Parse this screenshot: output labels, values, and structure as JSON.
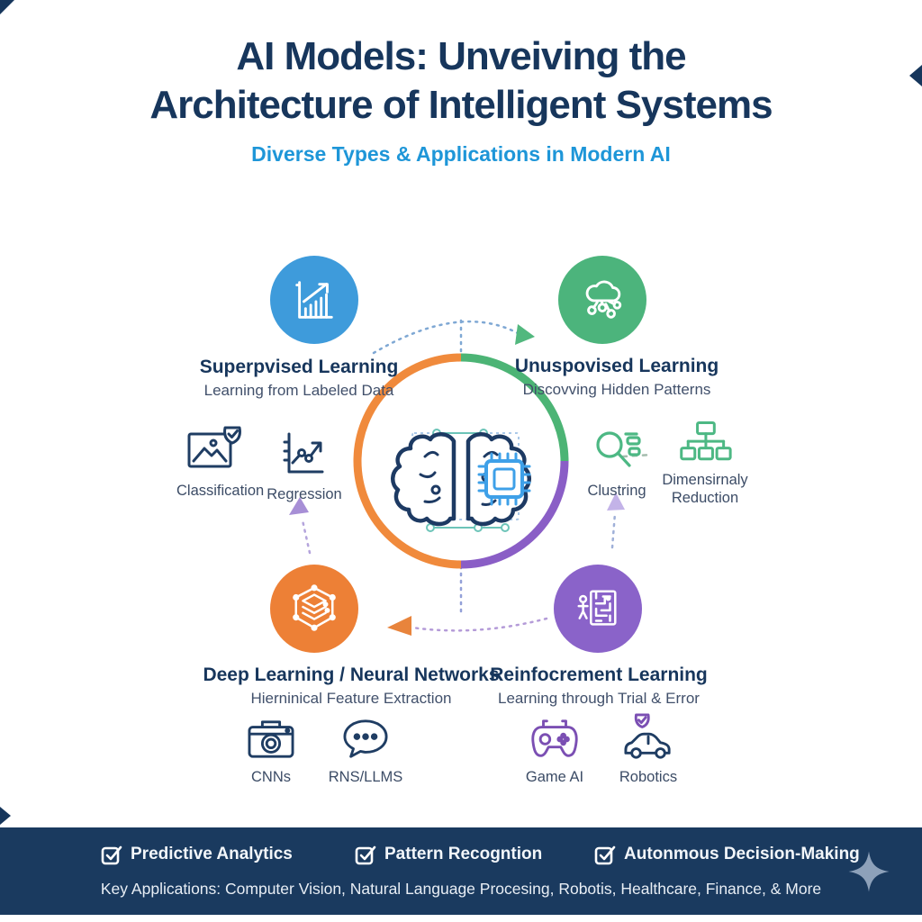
{
  "header": {
    "title_line1": "AI Models: Unveiving the",
    "title_line2": "Architecture of Intelligent Systems",
    "subtitle": "Diverse Types & Applications in Modern AI",
    "title_color": "#17365c",
    "subtitle_color": "#1e96d8"
  },
  "quadrants": [
    {
      "title": "Superpvised Learning",
      "subtitle": "Learning from Labeled Data",
      "color": "#3e9bdb",
      "icon": "bar-chart-growth-icon"
    },
    {
      "title": "Unuspovised Learning",
      "subtitle": "Discovving Hidden Patterns",
      "color": "#4cb47c",
      "icon": "cloud-cluster-icon"
    },
    {
      "title": "Deep Learning / Neural Networks",
      "subtitle": "Hierninical Feature Extraction",
      "color": "#ed8036",
      "icon": "layered-network-icon"
    },
    {
      "title": "Reinfocrement Learning",
      "subtitle": "Learning through Trial & Error",
      "color": "#8a63c9",
      "icon": "robot-maze-icon"
    }
  ],
  "sub_items": [
    {
      "label": "Classification",
      "icon": "image-check-icon",
      "color": "#1f3d63"
    },
    {
      "label": "Regression",
      "icon": "trend-chart-icon",
      "color": "#1f3d63"
    },
    {
      "label": "Clustring",
      "icon": "magnifier-list-icon",
      "color": "#4db884"
    },
    {
      "label": "Dimensirnaly Reduction",
      "icon": "hierarchy-tree-icon",
      "color": "#4db884"
    },
    {
      "label": "CNNs",
      "icon": "camera-icon",
      "color": "#1f3d63"
    },
    {
      "label": "RNS/LLMS",
      "icon": "speech-bubble-icon",
      "color": "#1f3d63"
    },
    {
      "label": "Game AI",
      "icon": "gamepad-icon",
      "color": "#7b4fb3"
    },
    {
      "label": "Robotics",
      "icon": "car-shield-icon",
      "color": "#1f3d63"
    }
  ],
  "center": {
    "icon": "brain-chip-icon",
    "ring_colors": {
      "left": "#f08a3c",
      "top_right": "#4cb475",
      "bottom_right": "#8a5ec6"
    },
    "chip_color": "#3ea0e8"
  },
  "footer": {
    "bg": "#1a3a5f",
    "checks": [
      "Predictive Analytics",
      "Pattern Recogntion",
      "Autonmous Decision-Making"
    ],
    "key_applications": "Key Applications: Computer Vision, Natural Language Procesing, Robotis, Healthcare, Finance, & More",
    "sparkle_color": "#8da1ba"
  }
}
